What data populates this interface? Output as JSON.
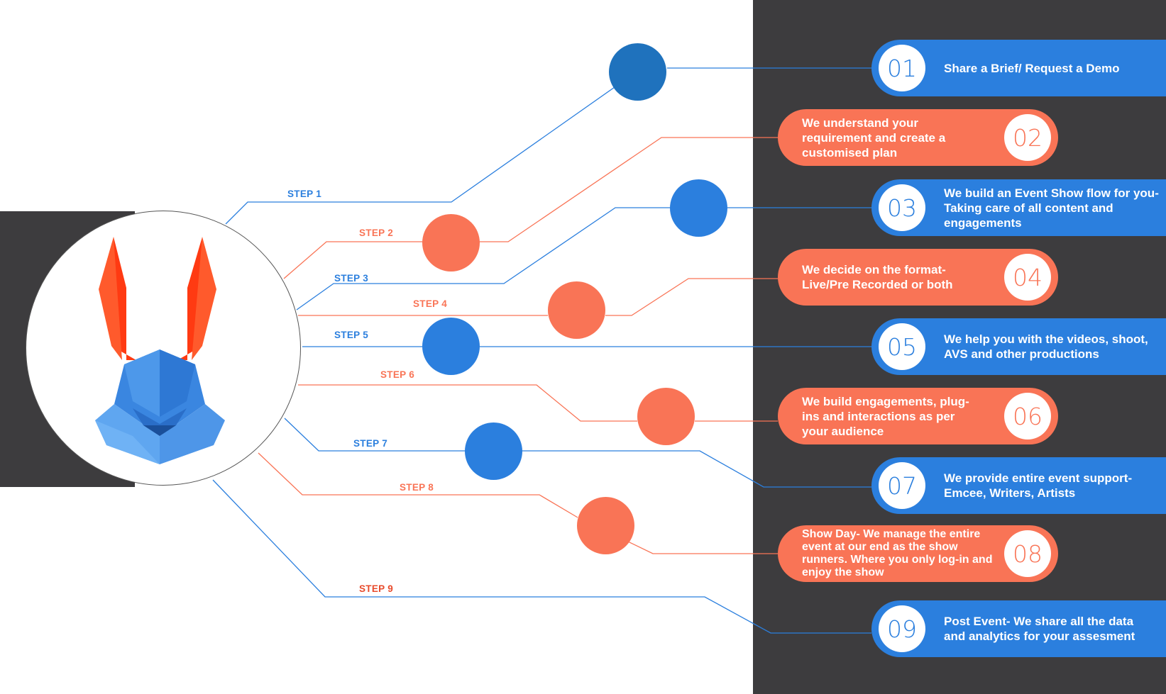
{
  "colors": {
    "blue": "#2b7fde",
    "orange": "#f97456",
    "dark": "#3d3c3e"
  },
  "logo": {
    "icon": "geometric-rabbit-logo"
  },
  "steps": [
    {
      "label": "STEP 1",
      "number": "01",
      "text": "Share a Brief/ Request a Demo",
      "color": "blue"
    },
    {
      "label": "STEP 2",
      "number": "02",
      "text": "We understand your requirement and create a customised plan",
      "color": "orange"
    },
    {
      "label": "STEP 3",
      "number": "03",
      "text": "We build an Event Show flow for you-  Taking care of all content and engagements",
      "color": "blue"
    },
    {
      "label": "STEP 4",
      "number": "04",
      "text": "We decide on the format- Live/Pre Recorded or both",
      "color": "orange"
    },
    {
      "label": "STEP 5",
      "number": "05",
      "text": "We help you with the videos, shoot, AVS and other productions",
      "color": "blue"
    },
    {
      "label": "STEP 6",
      "number": "06",
      "text": "We build engagements, plug-ins and interactions as per your audience",
      "color": "orange"
    },
    {
      "label": "STEP 7",
      "number": "07",
      "text": "We provide entire event support- Emcee, Writers, Artists",
      "color": "blue"
    },
    {
      "label": "STEP 8",
      "number": "08",
      "text": "Show Day- We manage the entire event at our end as the show runners. Where you only log-in and enjoy the show",
      "color": "orange"
    },
    {
      "label": "STEP 9",
      "number": "09",
      "text": "Post Event- We share all the data and analytics for your assesment",
      "color": "blue"
    }
  ]
}
